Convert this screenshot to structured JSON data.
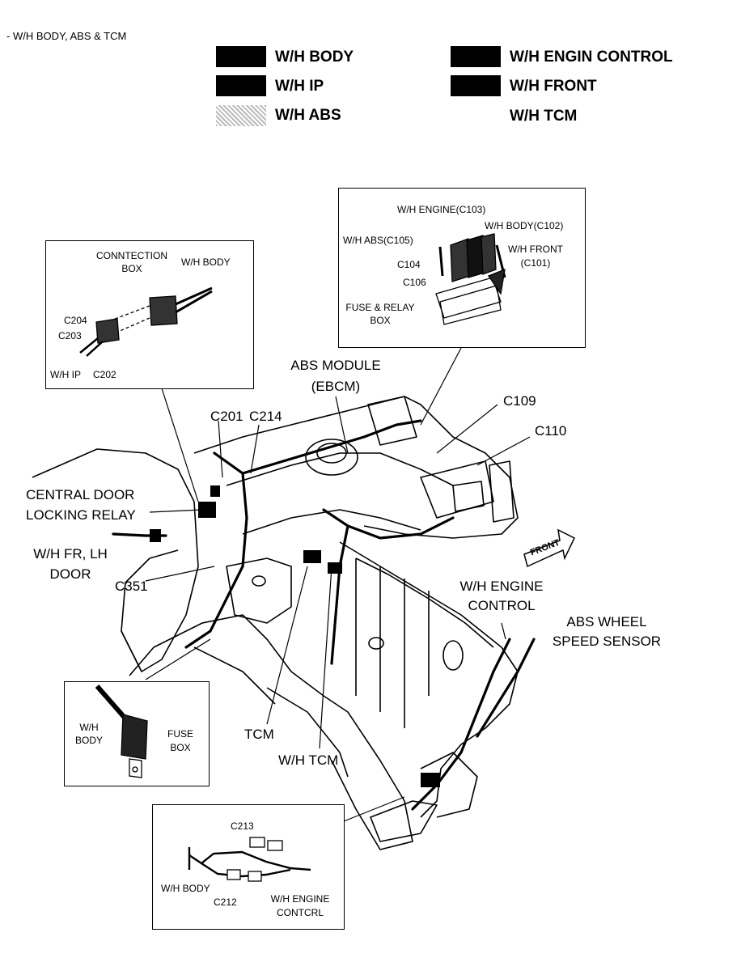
{
  "header": {
    "title": "- W/H BODY,  ABS & TCM"
  },
  "legend": [
    {
      "label": "W/H BODY",
      "swatch": "dark"
    },
    {
      "label": "W/H IP",
      "swatch": "dark"
    },
    {
      "label": "W/H ABS",
      "swatch": "light"
    },
    {
      "label": "W/H ENGIN CONTROL",
      "swatch": "dark"
    },
    {
      "label": "W/H FRONT",
      "swatch": "dark"
    },
    {
      "label": "W/H TCM",
      "swatch": "none"
    }
  ],
  "inset_connection_box": {
    "connection_box": [
      "CONNTECTION",
      "BOX"
    ],
    "wh_body": "W/H BODY",
    "c204": "C204",
    "c203": "C203",
    "wh_ip": "W/H IP",
    "c202": "C202"
  },
  "inset_fuse_relay": {
    "wh_engine": "W/H ENGINE(C103)",
    "wh_body": "W/H BODY(C102)",
    "wh_abs": "W/H ABS(C105)",
    "wh_front": [
      "W/H FRONT",
      "(C101)"
    ],
    "c104": "C104",
    "c106": "C106",
    "fuse_relay": [
      "FUSE & RELAY",
      "BOX"
    ]
  },
  "inset_fuse_box": {
    "wh_body": [
      "W/H",
      "BODY"
    ],
    "fuse_box": [
      "FUSE",
      "BOX"
    ]
  },
  "inset_bottom": {
    "c213": "C213",
    "wh_body": "W/H BODY",
    "c212": "C212",
    "wh_engine": [
      "W/H ENGINE",
      "CONTCRL"
    ]
  },
  "main_labels": {
    "abs_module": [
      "ABS MODULE",
      "(EBCM)"
    ],
    "c201": "C201",
    "c214": "C214",
    "c109": "C109",
    "c110": "C110",
    "central_door": [
      "CENTRAL DOOR",
      "LOCKING RELAY"
    ],
    "wh_fr_door": [
      "W/H FR, LH",
      "DOOR"
    ],
    "c351": "C351",
    "front": "FRONT",
    "wh_engine_control": [
      "W/H ENGINE",
      "CONTROL"
    ],
    "abs_wheel": [
      "ABS WHEEL",
      "SPEED SENSOR"
    ],
    "tcm": "TCM",
    "wh_tcm": "W/H TCM"
  }
}
